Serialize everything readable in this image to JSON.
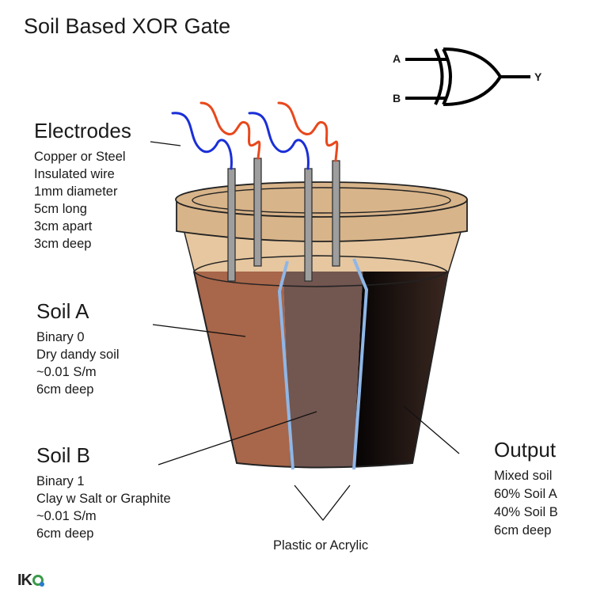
{
  "title": "Soil Based XOR Gate",
  "gate": {
    "input_a": "A",
    "input_b": "B",
    "output": "Y"
  },
  "electrodes": {
    "heading": "Electrodes",
    "lines": [
      "Copper or Steel",
      "Insulated wire",
      "1mm diameter",
      "5cm long",
      "3cm apart",
      "3cm deep"
    ]
  },
  "soil_a": {
    "heading": "Soil A",
    "lines": [
      "Binary 0",
      "Dry dandy soil",
      "~0.01 S/m",
      "6cm deep"
    ]
  },
  "soil_b": {
    "heading": "Soil B",
    "lines": [
      "Binary 1",
      "Clay w Salt or Graphite",
      "~0.01 S/m",
      "6cm deep"
    ]
  },
  "output": {
    "heading": "Output",
    "lines": [
      "Mixed soil",
      "60% Soil A",
      "40% Soil B",
      "6cm deep"
    ]
  },
  "divider_caption": "Plastic or Acrylic",
  "logo": "IK",
  "colors": {
    "pot_rim": "#d8b48a",
    "pot_inner": "#e6c7a0",
    "soil_a": "#a8664a",
    "soil_b": "#725650",
    "output_soil": "#2a1c18",
    "divider": "#8fb6e6",
    "wire_red": "#e8481c",
    "wire_blue": "#1a2fd8",
    "electrode": "#9e9e9e"
  }
}
